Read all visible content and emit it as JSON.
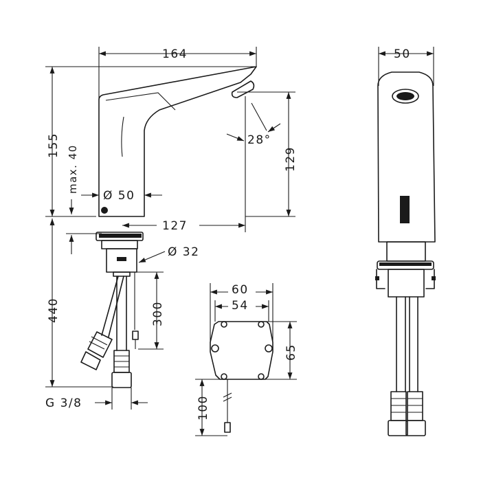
{
  "dimensions": {
    "spout_length": "164",
    "width_side": "50",
    "height_total": "155",
    "max_40": "max. 40",
    "spout_height": "129",
    "angle": "28°",
    "base_diameter": "Ø 50",
    "reach": "127",
    "hole_diameter": "Ø 32",
    "hose_length": "440",
    "cable_300": "300",
    "connection": "G 3/8",
    "box_width_outer": "60",
    "box_width_inner": "54",
    "box_height": "65",
    "cable_100": "100"
  }
}
